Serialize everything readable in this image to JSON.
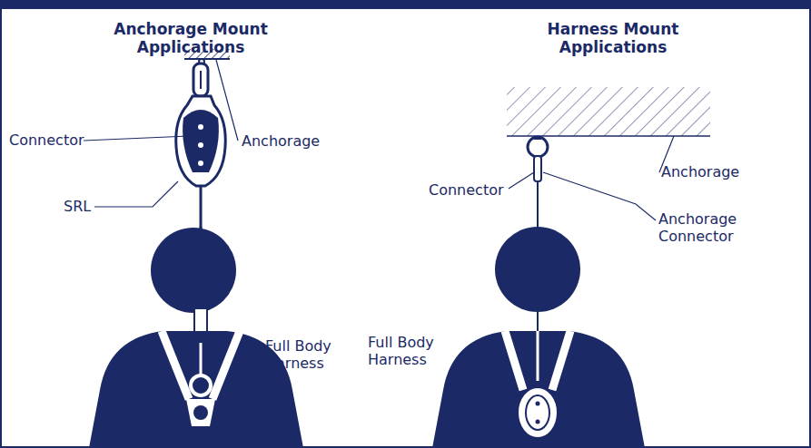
{
  "diagram": {
    "labels": [
      "Anchorage Mount Applications",
      "Harness Mount Applications",
      "Connector",
      "Anchorage",
      "SRL",
      "Full Body Harness",
      "Connector",
      "Anchorage",
      "Anchorage Connector",
      "Full Body Harness",
      "SRL"
    ]
  }
}
